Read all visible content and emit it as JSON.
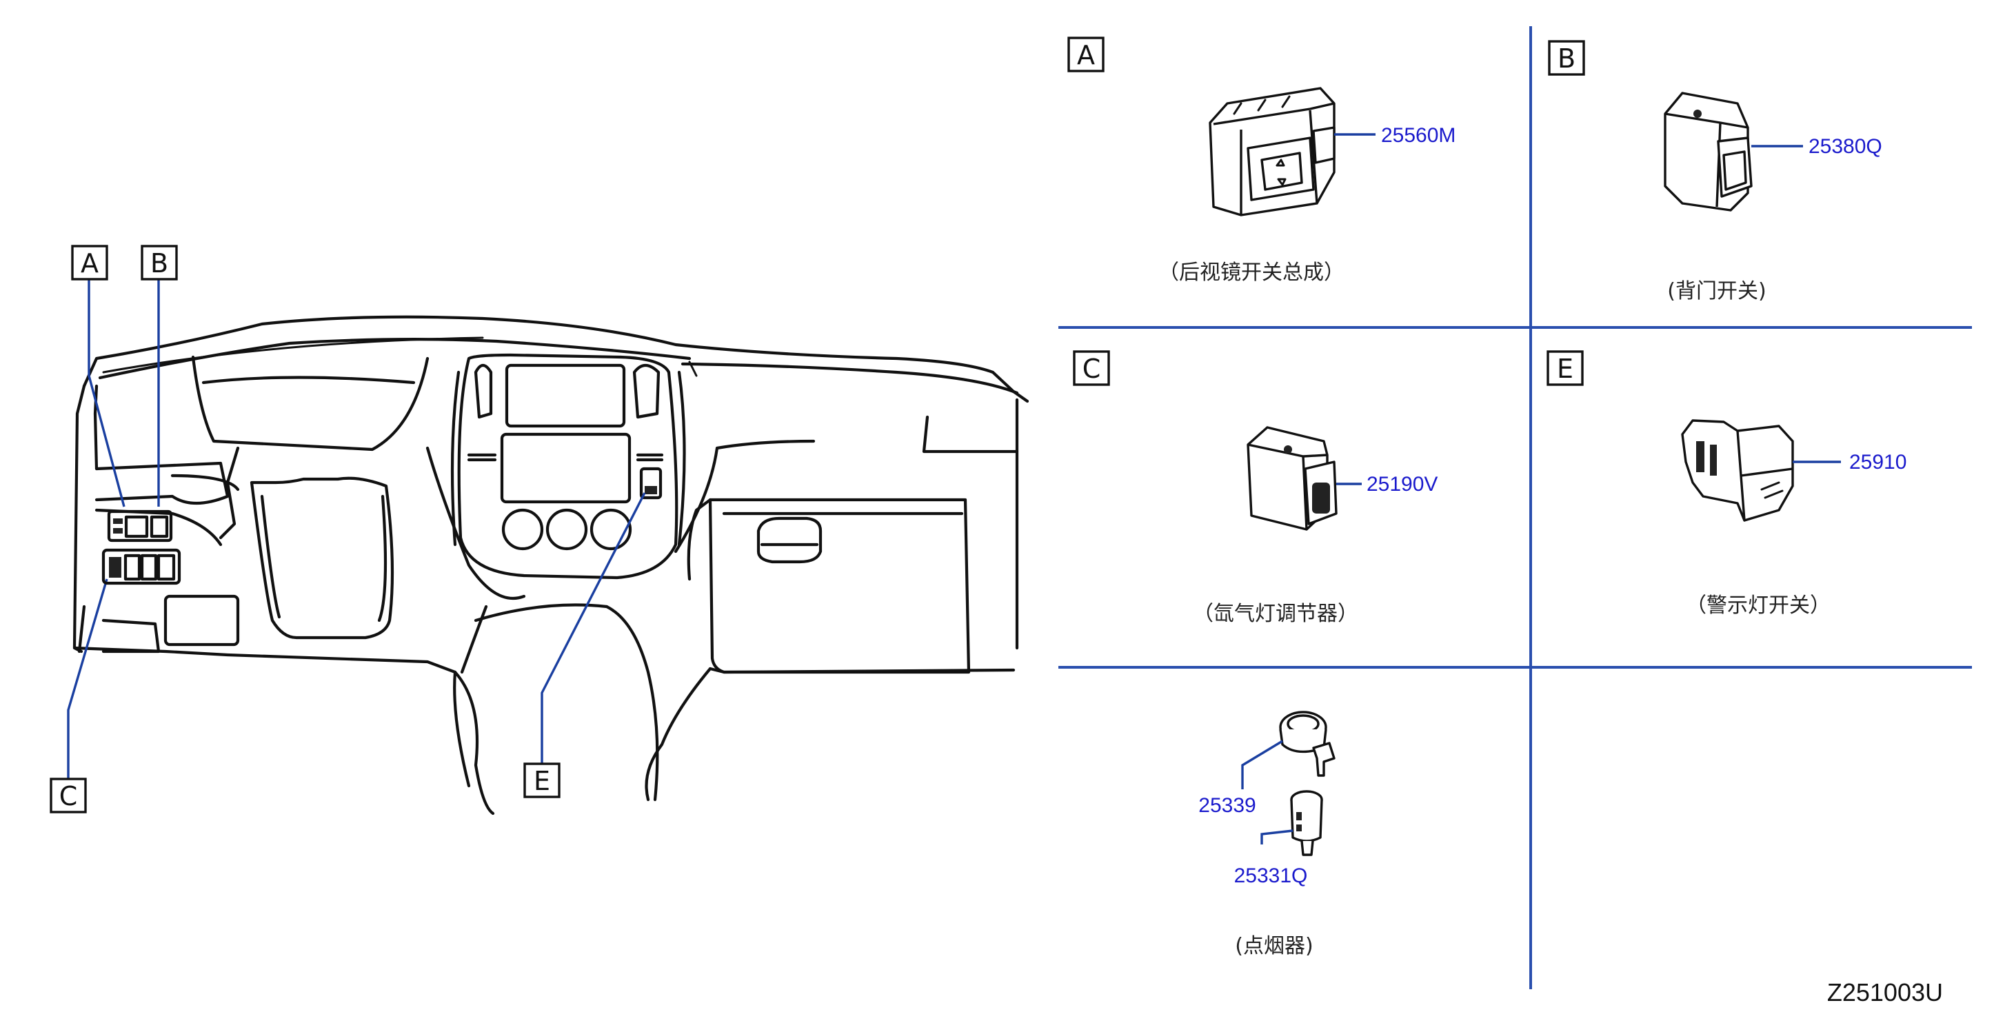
{
  "overview": {
    "callouts": [
      {
        "letter": "A"
      },
      {
        "letter": "B"
      },
      {
        "letter": "C"
      },
      {
        "letter": "E"
      }
    ]
  },
  "panels": {
    "A": {
      "letter": "A",
      "part_number": "25560M",
      "caption": "（后视镜开关总成）"
    },
    "B": {
      "letter": "B",
      "part_number": "25380Q",
      "caption": "(背门开关)"
    },
    "C": {
      "letter": "C",
      "part_number": "25190V",
      "caption": "（氙气灯调节器）"
    },
    "E": {
      "letter": "E",
      "part_number": "25910",
      "caption": "（警示灯开关）"
    },
    "D": {
      "part_numbers": [
        "25339",
        "25331Q"
      ],
      "caption": "(点烟器)"
    }
  },
  "diagram_code": "Z251003U"
}
